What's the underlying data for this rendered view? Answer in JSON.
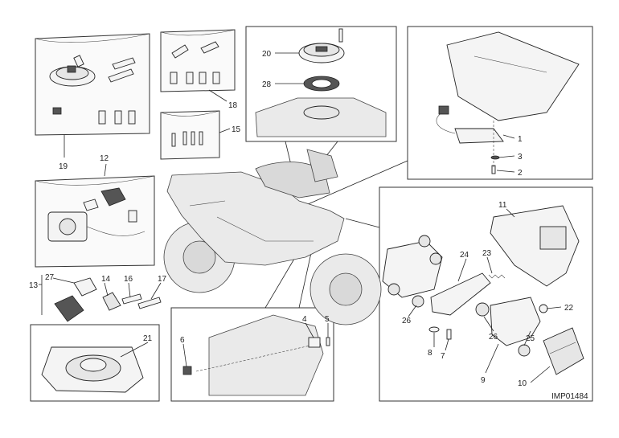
{
  "diagram": {
    "drawing_code": "IMP01484",
    "callouts": [
      "1",
      "2",
      "3",
      "4",
      "5",
      "6",
      "7",
      "8",
      "9",
      "10",
      "11",
      "12",
      "13",
      "14",
      "15",
      "16",
      "17",
      "18",
      "19",
      "20",
      "21",
      "22",
      "23",
      "24",
      "25",
      "26",
      "26",
      "27",
      "28"
    ]
  }
}
